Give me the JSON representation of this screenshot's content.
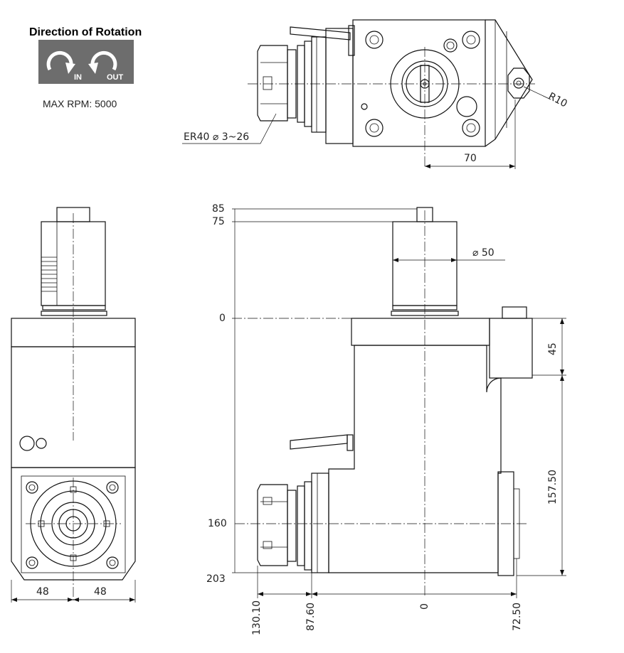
{
  "legend": {
    "title": "Direction of Rotation",
    "in_label": "IN",
    "out_label": "OUT",
    "max_rpm": "MAX RPM: 5000",
    "badge_color": "#6d6d6d"
  },
  "top_view": {
    "collet": "ER40 ⌀ 3~26",
    "radius": "R10",
    "offset": "70"
  },
  "side_view": {
    "h85": "85",
    "h75": "75",
    "h0": "0",
    "h160": "160",
    "h203": "203",
    "dia": "⌀ 50",
    "v45": "45",
    "v157": "157.50",
    "x130": "130.10",
    "x87": "87.60",
    "x0": "0",
    "x72": "72.50"
  },
  "front_view": {
    "w_left": "48",
    "w_right": "48"
  }
}
